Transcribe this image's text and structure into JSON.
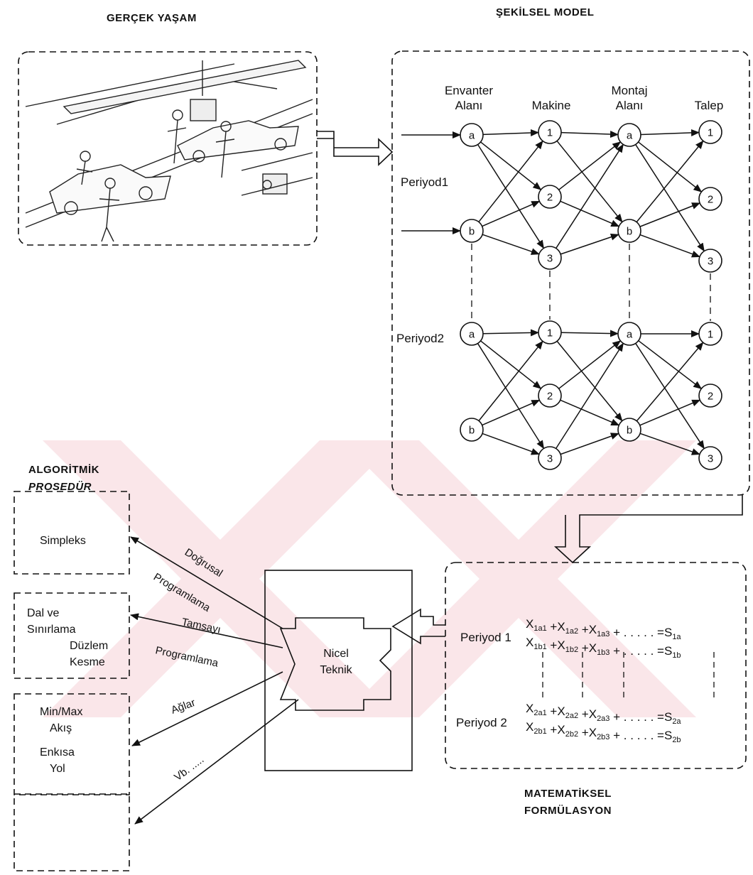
{
  "titles": {
    "real_life": "GERÇEK YAŞAM",
    "graphical_model": "ŞEKİLSEL MODEL",
    "algorithmic_line1": "ALGORİTMİK",
    "algorithmic_line2": "PROSEDÜR",
    "math_line1": "MATEMATİKSEL",
    "math_line2": "FORMÜLASYON"
  },
  "network": {
    "col_headers": [
      {
        "lines": [
          "Envanter",
          "Alanı"
        ]
      },
      {
        "lines": [
          "Makine"
        ]
      },
      {
        "lines": [
          "Montaj",
          "Alanı"
        ]
      },
      {
        "lines": [
          "Talep"
        ]
      }
    ],
    "period1_label": "Periyod1",
    "period2_label": "Periyod2",
    "inventory_nodes": [
      "a",
      "b"
    ],
    "machine_nodes": [
      "1",
      "2",
      "3"
    ],
    "assembly_nodes": [
      "a",
      "b"
    ],
    "demand_nodes": [
      "1",
      "2",
      "3"
    ]
  },
  "center": {
    "line1": "Nicel",
    "line2": "Teknik"
  },
  "procedures": {
    "box1": [
      "Simpleks"
    ],
    "box2": [
      "Dal ve",
      "Sınırlama",
      "Düzlem",
      "Kesme"
    ],
    "box3": [
      "Min/Max",
      "Akış",
      "Enkısa",
      "Yol"
    ],
    "box4": []
  },
  "edge_labels": {
    "linear1": "Doğrusal",
    "linear2": "Programlama",
    "integer1": "Tamsayı",
    "integer2": "Programlama",
    "networks": "Ağlar",
    "etc": "Vb. ....."
  },
  "formulation": {
    "period1_label": "Periyod 1",
    "period2_label": "Periyod 2",
    "rows": [
      {
        "terms": [
          [
            "X",
            "1a1"
          ],
          [
            "X",
            "1a2"
          ],
          [
            "X",
            "1a3"
          ]
        ],
        "rhs": [
          "S",
          "1a"
        ]
      },
      {
        "terms": [
          [
            "X",
            "1b1"
          ],
          [
            "X",
            "1b2"
          ],
          [
            "X",
            "1b3"
          ]
        ],
        "rhs": [
          "S",
          "1b"
        ]
      },
      {
        "terms": [
          [
            "X",
            "2a1"
          ],
          [
            "X",
            "2a2"
          ],
          [
            "X",
            "2a3"
          ]
        ],
        "rhs": [
          "S",
          "2a"
        ]
      },
      {
        "terms": [
          [
            "X",
            "2b1"
          ],
          [
            "X",
            "2b2"
          ],
          [
            "X",
            "2b3"
          ]
        ],
        "rhs": [
          "S",
          "2b"
        ]
      }
    ],
    "plus": "+",
    "dots": ". . . . .",
    "equals": "="
  }
}
